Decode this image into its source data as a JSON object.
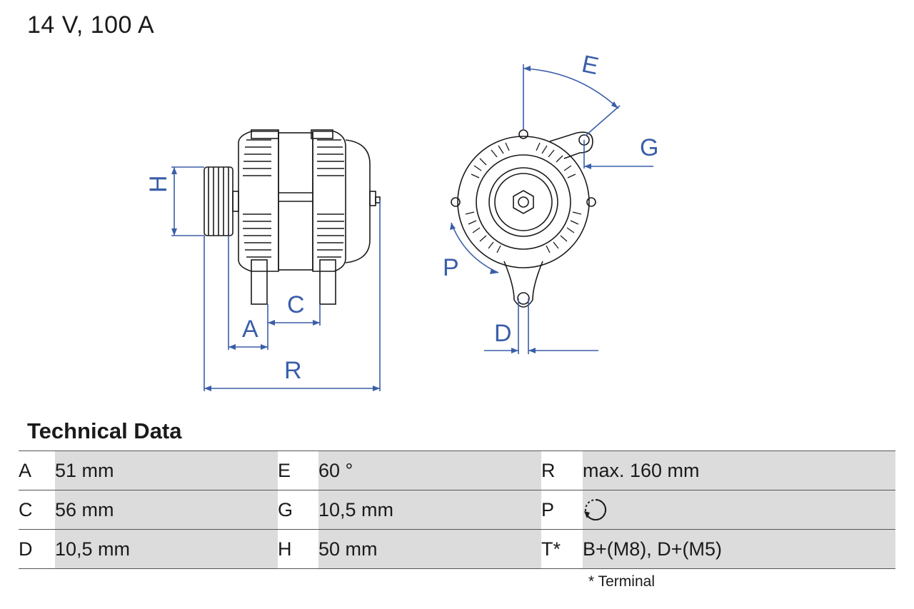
{
  "header": {
    "title": "14 V, 100 A"
  },
  "drawing": {
    "labels": {
      "E": "E",
      "G": "G",
      "H": "H",
      "P": "P",
      "C": "C",
      "A": "A",
      "R": "R",
      "D": "D"
    },
    "colors": {
      "dimension": "#3a5ea8",
      "outline": "#1a1a1a"
    }
  },
  "technical_data": {
    "title": "Technical Data",
    "rows": [
      [
        {
          "key": "A",
          "value": "51 mm"
        },
        {
          "key": "E",
          "value": "60 °"
        },
        {
          "key": "R",
          "value": "max. 160 mm"
        }
      ],
      [
        {
          "key": "C",
          "value": "56 mm"
        },
        {
          "key": "G",
          "value": "10,5 mm"
        },
        {
          "key": "P",
          "value": "",
          "icon": "clockwise-rotation-icon"
        }
      ],
      [
        {
          "key": "D",
          "value": "10,5 mm"
        },
        {
          "key": "H",
          "value": "50 mm"
        },
        {
          "key": "T*",
          "value": "B+(M8), D+(M5)"
        }
      ]
    ],
    "footnote": "* Terminal"
  }
}
